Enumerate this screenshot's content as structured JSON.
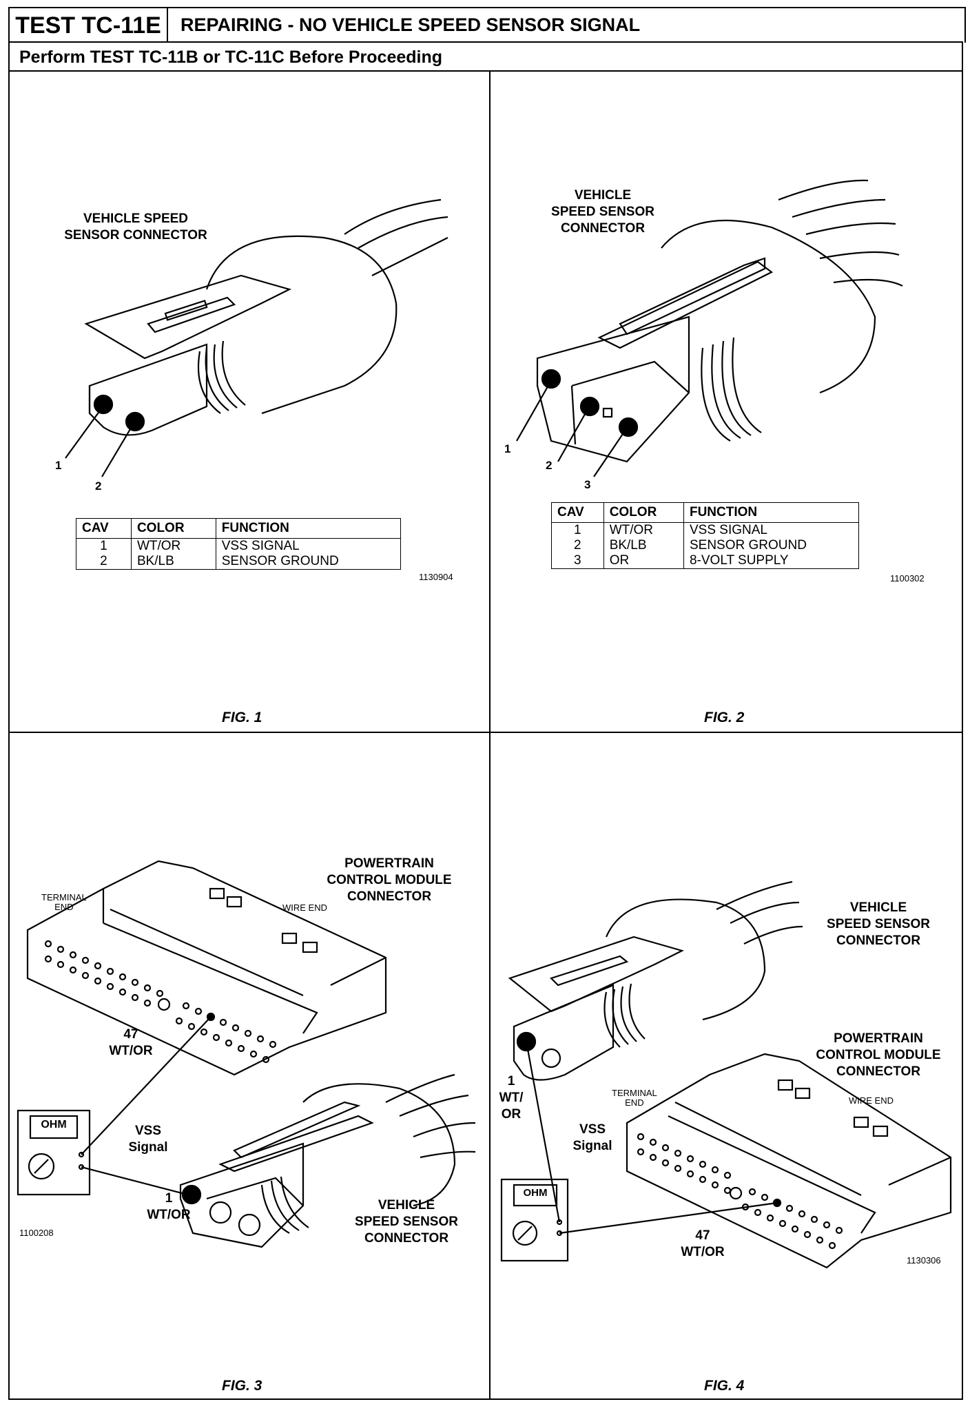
{
  "header": {
    "test_id": "TEST TC-11E",
    "title": "REPAIRING - NO VEHICLE SPEED SENSOR SIGNAL"
  },
  "subheader": "Perform TEST TC-11B or TC-11C Before Proceeding",
  "fig1": {
    "label": "FIG. 1",
    "connector_label": "VEHICLE SPEED\nSENSOR CONNECTOR",
    "pins": [
      "1",
      "2"
    ],
    "code": "1130904",
    "table": {
      "headers": [
        "CAV",
        "COLOR",
        "FUNCTION"
      ],
      "rows": [
        [
          "1",
          "WT/OR",
          "VSS SIGNAL"
        ],
        [
          "2",
          "BK/LB",
          "SENSOR GROUND"
        ]
      ]
    }
  },
  "fig2": {
    "label": "FIG. 2",
    "connector_label": "VEHICLE\nSPEED SENSOR\nCONNECTOR",
    "pins": [
      "1",
      "2",
      "3"
    ],
    "code": "1100302",
    "table": {
      "headers": [
        "CAV",
        "COLOR",
        "FUNCTION"
      ],
      "rows": [
        [
          "1",
          "WT/OR",
          "VSS SIGNAL"
        ],
        [
          "2",
          "BK/LB",
          "SENSOR GROUND"
        ],
        [
          "3",
          "OR",
          "8-VOLT SUPPLY"
        ]
      ]
    }
  },
  "fig3": {
    "label": "FIG. 3",
    "pcm_label": "POWERTRAIN\nCONTROL MODULE\nCONNECTOR",
    "terminal_end": "TERMINAL\nEND",
    "wire_end": "WIRE  END",
    "pin47": "47\nWT/OR",
    "vss_signal": "VSS\nSignal",
    "pin1": "1\nWT/OR",
    "vss_label": "VEHICLE\nSPEED SENSOR\nCONNECTOR",
    "meter": "OHM",
    "code": "1100208"
  },
  "fig4": {
    "label": "FIG. 4",
    "vss_label": "VEHICLE\nSPEED SENSOR\nCONNECTOR",
    "pcm_label": "POWERTRAIN\nCONTROL MODULE\nCONNECTOR",
    "terminal_end": "TERMINAL\nEND",
    "wire_end": "WIRE  END",
    "pin1": "1\nWT/\nOR",
    "vss_signal": "VSS\nSignal",
    "pin47": "47\nWT/OR",
    "meter": "OHM",
    "code": "1130306"
  }
}
